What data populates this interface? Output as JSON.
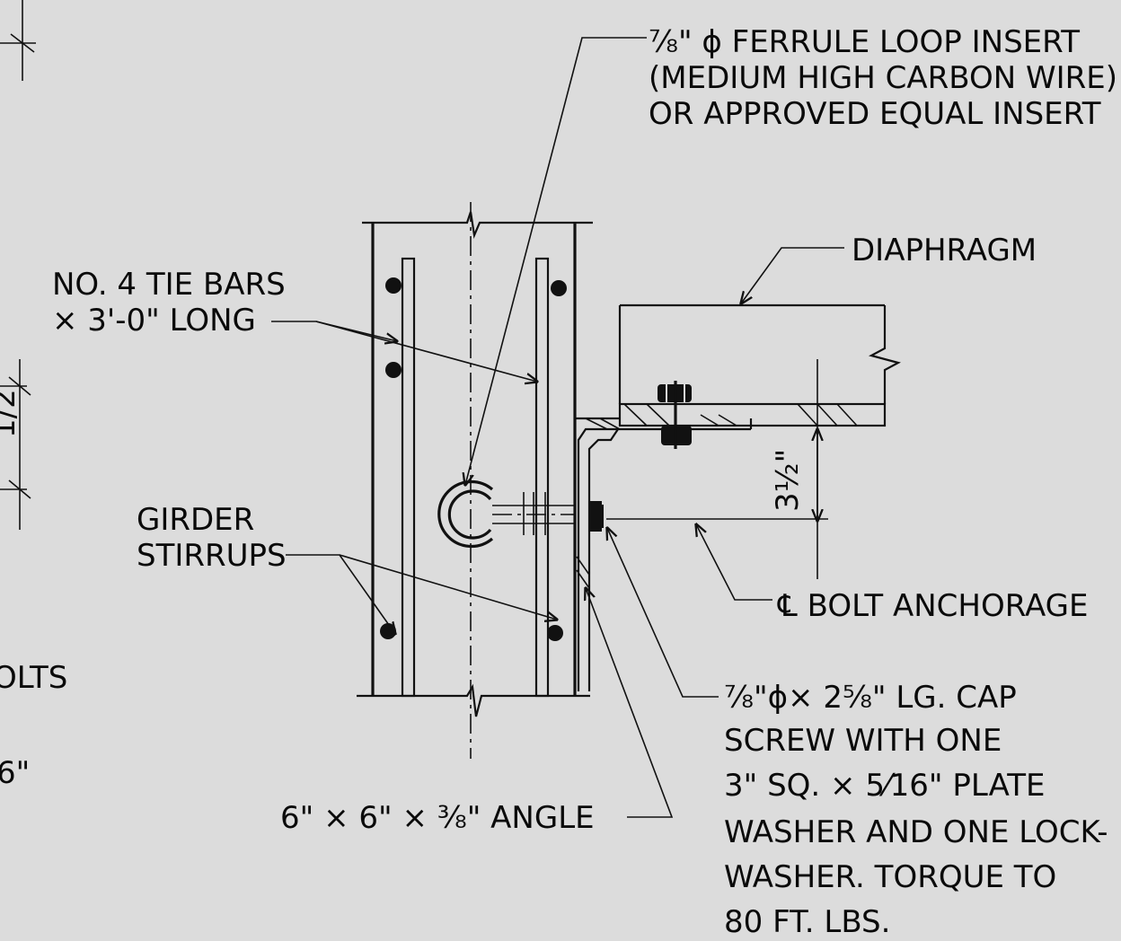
{
  "labels": {
    "ferrule_1": "⅞\" ϕ FERRULE LOOP INSERT",
    "ferrule_2": "(MEDIUM HIGH CARBON WIRE)",
    "ferrule_3": "OR APPROVED EQUAL INSERT",
    "diaphragm": "DIAPHRAGM",
    "tie_bars_1": "NO. 4 TIE BARS",
    "tie_bars_2": "× 3'-0\" LONG",
    "stirrups_1": "GIRDER",
    "stirrups_2": "STIRRUPS",
    "dim_vertical": "3½\"",
    "bolt_anchorage": "℄ BOLT ANCHORAGE",
    "cap_screw_1": "⅞\"ϕ× 2⅝\" LG. CAP",
    "cap_screw_2": "SCREW WITH ONE",
    "cap_screw_3": "3\" SQ. × 5⁄16\" PLATE",
    "cap_screw_4": "WASHER AND ONE LOCK-",
    "cap_screw_5": "WASHER. TORQUE TO",
    "cap_screw_6": "80 FT. LBS.",
    "angle": "6\" × 6\" × ⅜\" ANGLE",
    "cut_olts": "OLTS",
    "cut_6": "6\"",
    "cut_dim": "1/2"
  }
}
